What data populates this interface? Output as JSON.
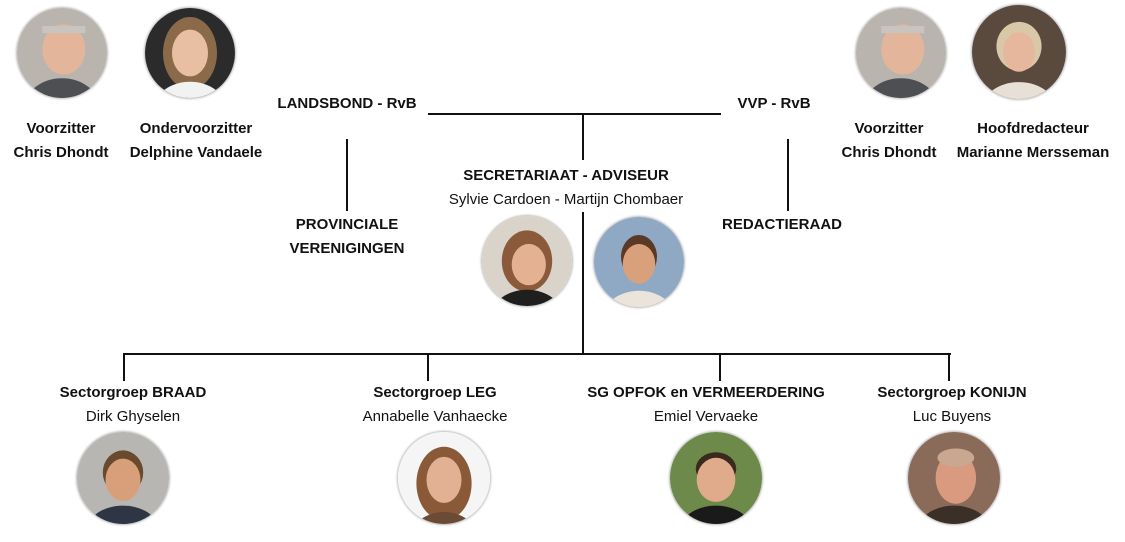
{
  "top_left": {
    "person1": {
      "role": "Voorzitter",
      "name": "Chris Dhondt"
    },
    "person2": {
      "role": "Ondervoorzitter",
      "name": "Delphine Vandaele"
    }
  },
  "top_right": {
    "person1": {
      "role": "Voorzitter",
      "name": "Chris Dhondt"
    },
    "person2": {
      "role": "Hoofdredacteur",
      "name": "Marianne Mersseman"
    }
  },
  "nodes": {
    "landsbond": "LANDSBOND - RvB",
    "vvp": "VVP - RvB",
    "provinciale_line1": "PROVINCIALE",
    "provinciale_line2": "VERENIGINGEN",
    "redactieraad": "REDACTIERAAD",
    "secretariaat_title": "SECRETARIAAT - ADVISEUR",
    "secretariaat_names": "Sylvie Cardoen - Martijn Chombaer"
  },
  "sectors": [
    {
      "title": "Sectorgroep BRAAD",
      "name": "Dirk Ghyselen"
    },
    {
      "title": "Sectorgroep LEG",
      "name": "Annabelle Vanhaecke"
    },
    {
      "title": "SG OPFOK en VERMEERDERING",
      "name": "Emiel Vervaeke"
    },
    {
      "title": "Sectorgroep KONIJN",
      "name": "Luc Buyens"
    }
  ],
  "colors": {
    "lines": "#111111",
    "text": "#111111"
  }
}
